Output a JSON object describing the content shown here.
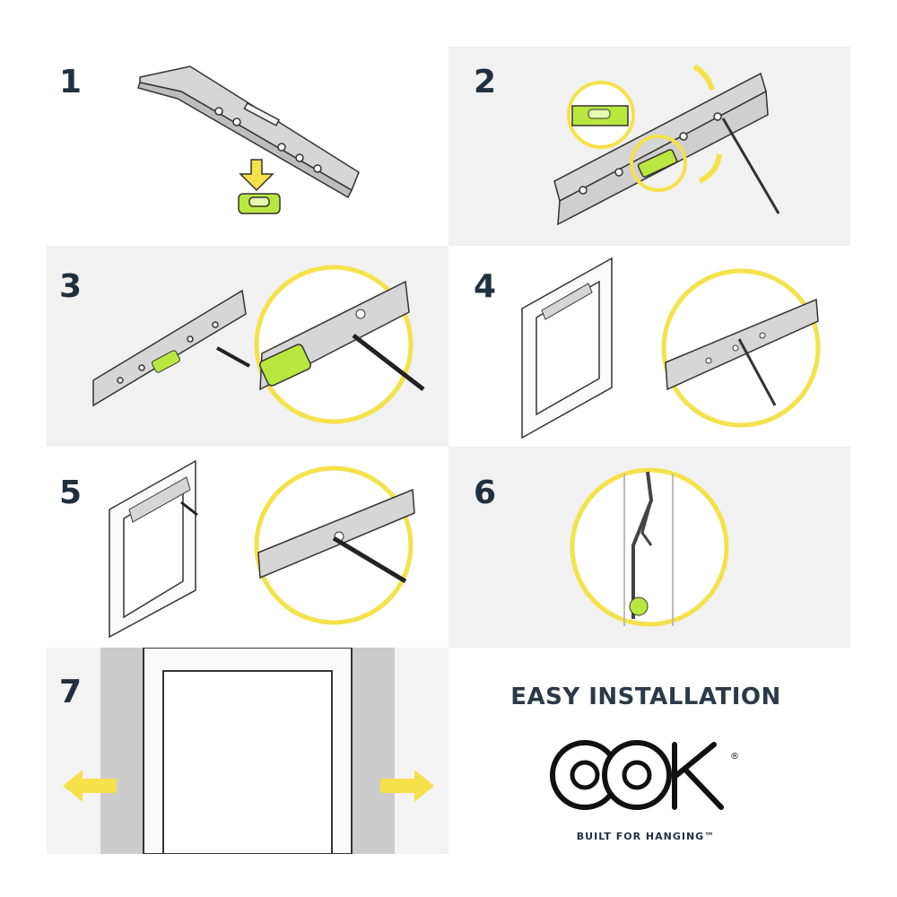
{
  "steps": [
    {
      "number": "1"
    },
    {
      "number": "2"
    },
    {
      "number": "3"
    },
    {
      "number": "4"
    },
    {
      "number": "5"
    },
    {
      "number": "6"
    },
    {
      "number": "7"
    }
  ],
  "headline": "EASY INSTALLATION",
  "brand": {
    "logo_text": "OOK",
    "tagline": "BUILT FOR HANGING™"
  },
  "colors": {
    "panel_bg": "#f1f1f1",
    "accent_yellow": "#f5e14a",
    "bubble_green": "#b8e840",
    "metal": "#d3d3d3",
    "ink": "#1f3040"
  }
}
